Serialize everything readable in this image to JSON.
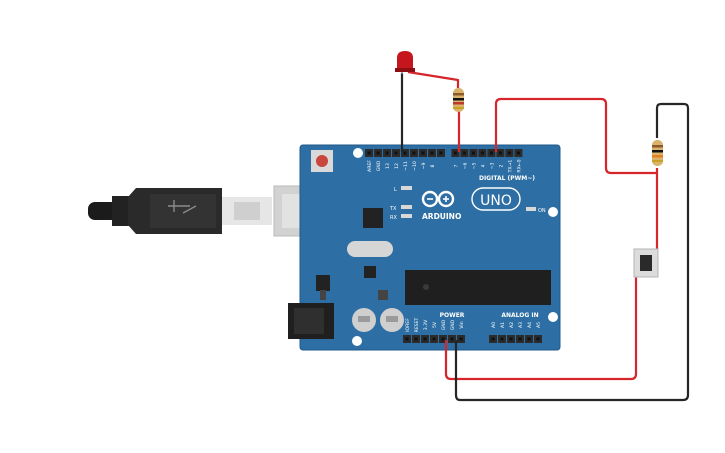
{
  "board": {
    "brand": "ARDUINO",
    "model": "UNO",
    "on_label": "ON",
    "l_label": "L",
    "tx_label": "TX",
    "rx_label": "RX",
    "digital_label": "DIGITAL (PWM~)",
    "power_label": "POWER",
    "analog_label": "ANALOG IN",
    "top_pins": [
      "AREF",
      "GND",
      "13",
      "12",
      "~11",
      "~10",
      "~9",
      "8",
      "",
      "7",
      "~6",
      "~5",
      "4",
      "~3",
      "2",
      "TX→1",
      "RX←0"
    ],
    "power_pins": [
      "IOREF",
      "RESET",
      "3.3V",
      "5V",
      "GND",
      "GND",
      "Vin"
    ],
    "analog_pins": [
      "A0",
      "A1",
      "A2",
      "A3",
      "A4",
      "A5"
    ]
  },
  "colors": {
    "board": "#2d6fa4",
    "board_edge": "#1f5a8a",
    "header": "#2b2b2b",
    "red_wire": "#d6262b",
    "black_wire": "#262626",
    "led": "#c4161c",
    "resistor_body": "#d9b36b"
  },
  "components": [
    "led",
    "resistor-led",
    "resistor-button",
    "pushbutton",
    "usb-cable",
    "power-jack",
    "chip"
  ]
}
